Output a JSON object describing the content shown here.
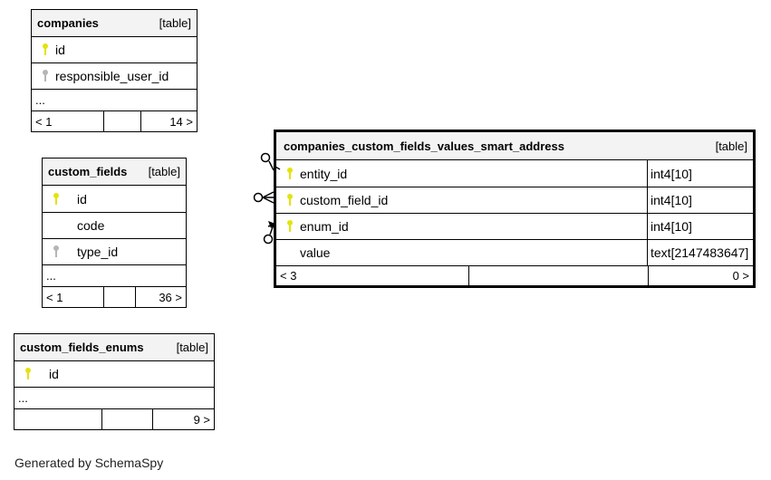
{
  "tables": {
    "companies": {
      "name": "companies",
      "type": "[table]",
      "columns": [
        {
          "name": "id",
          "key": "pk"
        },
        {
          "name": "responsible_user_id",
          "key": "fk"
        }
      ],
      "ellipsis": "...",
      "footer": {
        "parents": "< 1",
        "children": "14 >"
      }
    },
    "custom_fields": {
      "name": "custom_fields",
      "type": "[table]",
      "columns": [
        {
          "name": "id",
          "key": "pk"
        },
        {
          "name": "code",
          "key": ""
        },
        {
          "name": "type_id",
          "key": "fk"
        }
      ],
      "ellipsis": "...",
      "footer": {
        "parents": "< 1",
        "children": "36 >"
      }
    },
    "custom_fields_enums": {
      "name": "custom_fields_enums",
      "type": "[table]",
      "columns": [
        {
          "name": "id",
          "key": "pk"
        }
      ],
      "ellipsis": "...",
      "footer": {
        "parents": "",
        "children": "9 >"
      }
    },
    "main": {
      "name": "companies_custom_fields_values_smart_address",
      "type": "[table]",
      "columns": [
        {
          "name": "entity_id",
          "type": "int4[10]",
          "key": "pk"
        },
        {
          "name": "custom_field_id",
          "type": "int4[10]",
          "key": "pk"
        },
        {
          "name": "enum_id",
          "type": "int4[10]",
          "key": "pk"
        },
        {
          "name": "value",
          "type": "text[2147483647]",
          "key": ""
        }
      ],
      "footer": {
        "parents": "< 3",
        "children": "0 >"
      }
    }
  },
  "footer_note": "Generated by SchemaSpy",
  "colors": {
    "primary_key": "#e3e30e",
    "foreign_key": "#b5b5b5",
    "header_bg": "#f3f3f3"
  }
}
